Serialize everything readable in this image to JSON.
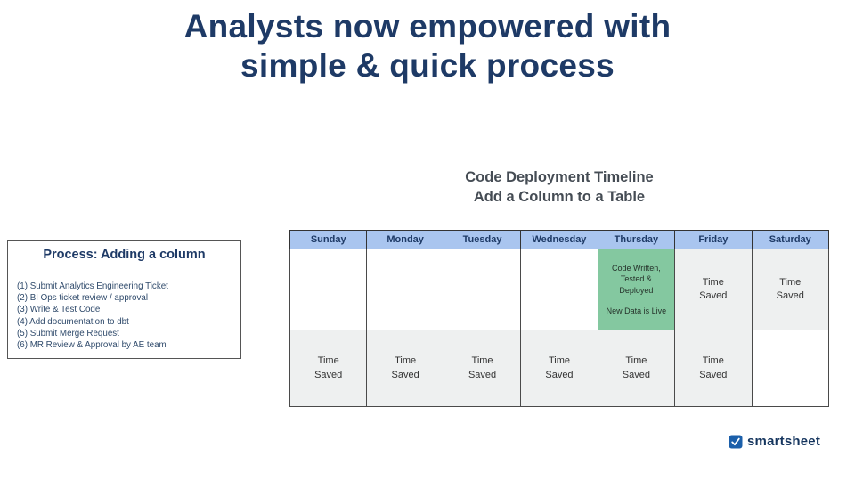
{
  "title": {
    "line1": "Analysts now empowered with",
    "line2": "simple & quick process"
  },
  "timeline_heading": {
    "line1": "Code Deployment Timeline",
    "line2": "Add a Column to a Table"
  },
  "process_box": {
    "heading": "Process: Adding a column",
    "steps": [
      "(1) Submit Analytics Engineering Ticket",
      "(2) BI Ops ticket review / approval",
      "(3) Write & Test Code",
      "(4) Add documentation to dbt",
      "(5) Submit Merge Request",
      "(6) MR Review & Approval by AE team"
    ]
  },
  "calendar": {
    "days": [
      "Sunday",
      "Monday",
      "Tuesday",
      "Wednesday",
      "Thursday",
      "Friday",
      "Saturday"
    ],
    "week1": [
      {
        "label": ""
      },
      {
        "label": ""
      },
      {
        "label": ""
      },
      {
        "label": ""
      },
      {
        "line1": "Code Written, Tested & Deployed",
        "line2": "New Data is Live"
      },
      {
        "label": "Time Saved"
      },
      {
        "label": "Time Saved"
      }
    ],
    "week2": [
      {
        "label": "Time Saved"
      },
      {
        "label": "Time Saved"
      },
      {
        "label": "Time Saved"
      },
      {
        "label": "Time Saved"
      },
      {
        "label": "Time Saved"
      },
      {
        "label": "Time Saved"
      },
      {
        "label": ""
      }
    ]
  },
  "colors": {
    "title_navy": "#1e3a66",
    "header_blue": "#a9c5ef",
    "highlight_green": "#84c8a0",
    "saved_gray": "#eef0f0",
    "logo_blue": "#1b5faa"
  },
  "footer": {
    "logo_text": "smartsheet"
  }
}
